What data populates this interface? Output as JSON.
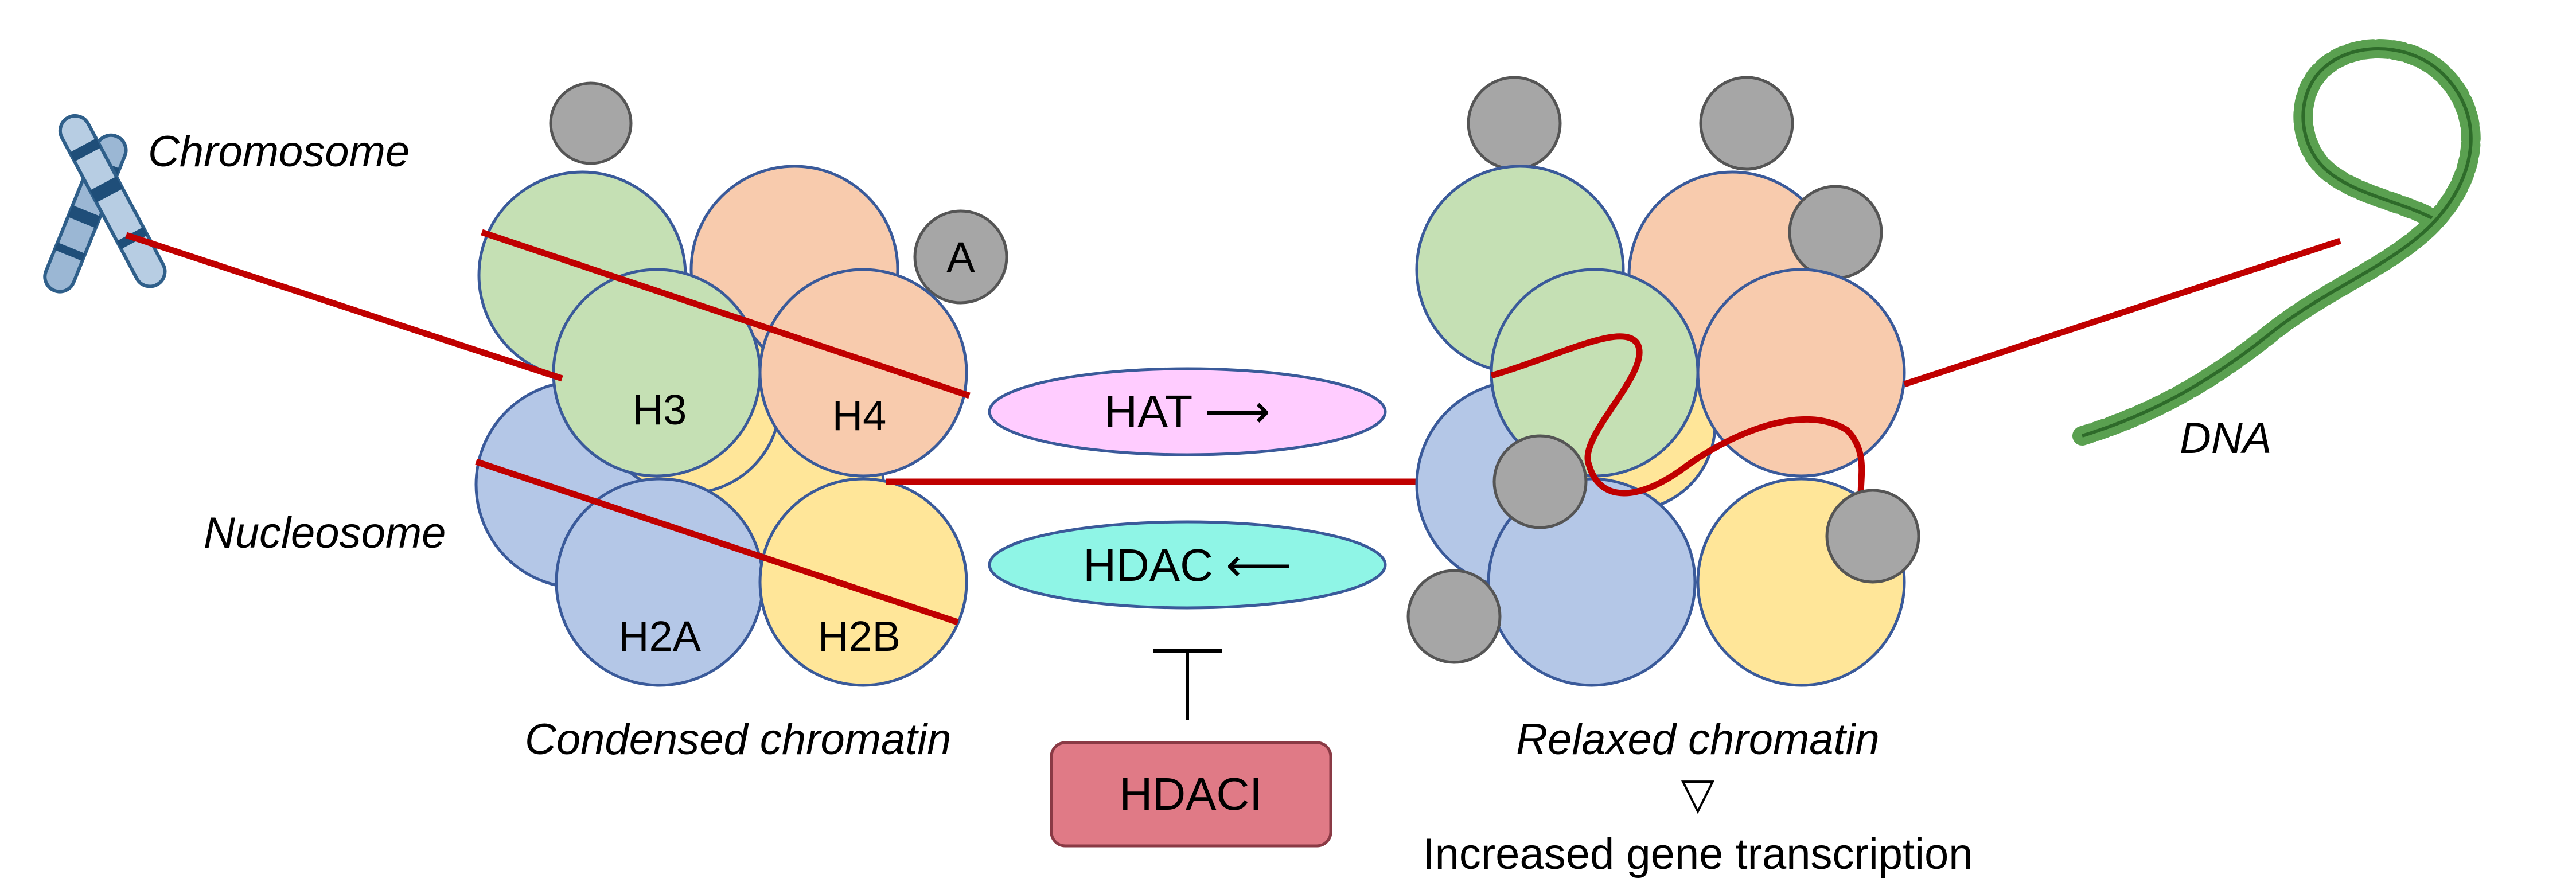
{
  "labels": {
    "chromosome": "Chromosome",
    "nucleosome": "Nucleosome",
    "condensed": "Condensed chromatin",
    "relaxed": "Relaxed chromatin",
    "dna": "DNA",
    "increased": "Increased gene transcription",
    "down_arrow": "▽"
  },
  "histones": {
    "h3": "H3",
    "h4": "H4",
    "h2a": "H2A",
    "h2b": "H2B"
  },
  "acetyl_label": "A",
  "enzymes": {
    "hat": "HAT ⟶",
    "hdac": "HDAC ⟵",
    "hdaci": "HDACI"
  },
  "colors": {
    "h3": "#c5e0b4",
    "h4": "#f8cbad",
    "h2a": "#b4c7e7",
    "h2b": "#ffe699",
    "acetyl": "#a6a6a6",
    "dna_line": "#c00000",
    "hat_fill": "#ffccff",
    "hdac_fill": "#8ff5e6",
    "hdaci_fill": "#e07a86",
    "outline": "#3a5a9a",
    "dna_helix": "#5aa050"
  }
}
